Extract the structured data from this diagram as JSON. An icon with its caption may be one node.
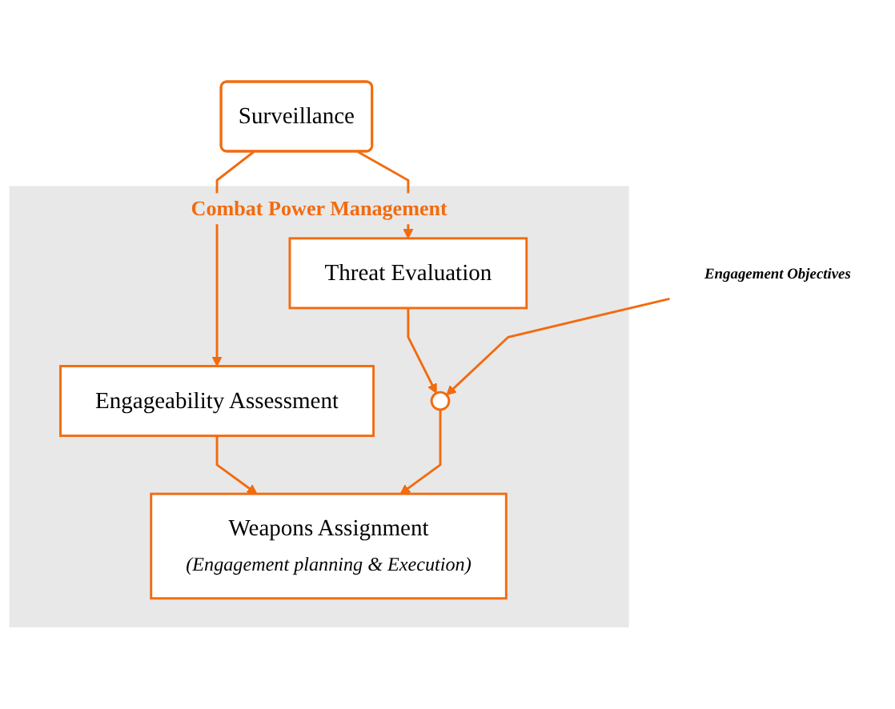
{
  "diagram": {
    "nodes": [
      {
        "text": [
          "Surveillance"
        ]
      },
      {
        "text": [
          "Combat Power Management"
        ]
      },
      {
        "text": [
          "Threat Evaluation"
        ],
        "in": 1
      },
      {
        "text": [
          "Engageability Assessment"
        ],
        "in": 1
      },
      {
        "text": [],
        "shape": "circle",
        "in": 1
      },
      {
        "text": [
          "Weapons Assignment",
          "(Engagement planning & Execution)"
        ],
        "in": 1
      },
      {
        "text": [
          "Engagement Objectives"
        ]
      }
    ],
    "edges": [
      {
        "from": 0,
        "to": 2,
        "arrow": "to"
      },
      {
        "from": 0,
        "to": 3,
        "arrow": "to"
      },
      {
        "from": 2,
        "to": 4,
        "arrow": "to"
      },
      {
        "from": 3,
        "to": 5,
        "arrow": "to"
      },
      {
        "from": 6,
        "to": 4,
        "arrow": "to"
      },
      {
        "from": 4,
        "to": 5,
        "arrow": "to"
      }
    ]
  }
}
